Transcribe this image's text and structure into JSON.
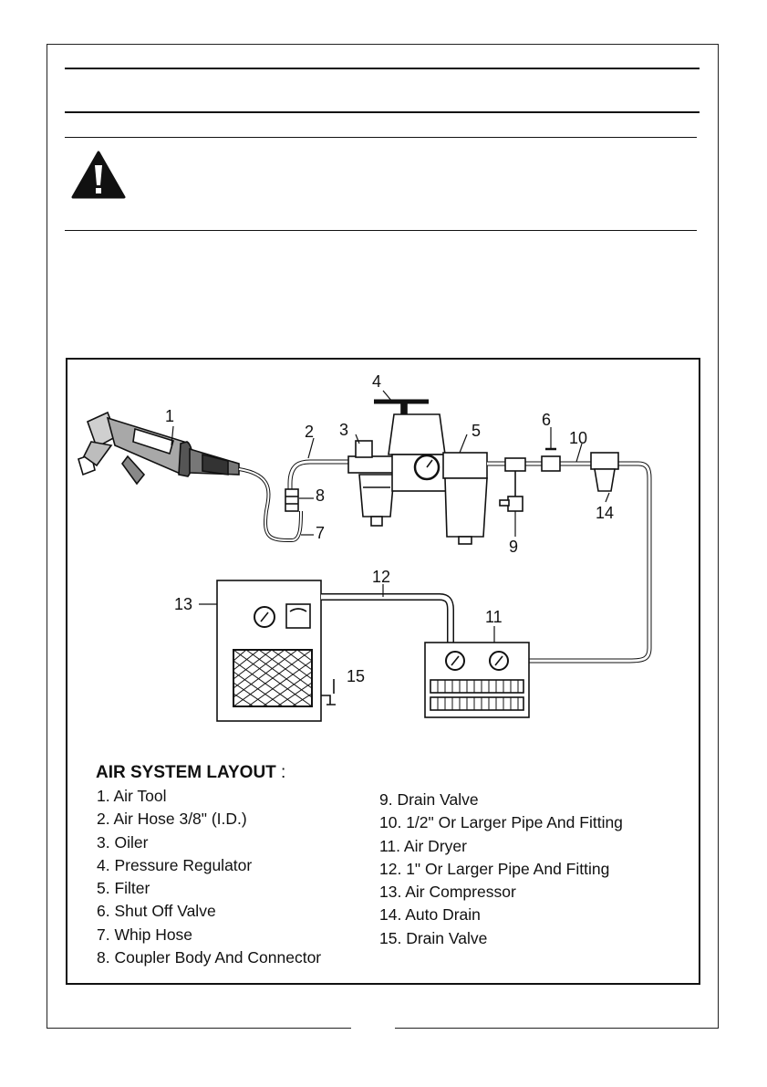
{
  "figure": {
    "callouts": [
      "1",
      "2",
      "3",
      "4",
      "5",
      "6",
      "7",
      "8",
      "9",
      "10",
      "11",
      "12",
      "13",
      "14",
      "15"
    ]
  },
  "legend": {
    "title": "AIR SYSTEM LAYOUT",
    "title_suffix": " :",
    "items_left": [
      "1. Air Tool",
      "2. Air Hose 3/8\" (I.D.)",
      "3. Oiler",
      "4. Pressure Regulator",
      "5. Filter",
      "6. Shut Off Valve",
      "7. Whip Hose",
      "8. Coupler Body And Connector"
    ],
    "items_right": [
      "9. Drain Valve",
      "10. 1/2\" Or Larger Pipe And Fitting",
      "11. Air Dryer",
      "12. 1\" Or Larger Pipe And Fitting",
      "13. Air Compressor",
      "14. Auto Drain",
      "15. Drain Valve"
    ]
  },
  "icons": {
    "warning": "warning-triangle-icon"
  }
}
